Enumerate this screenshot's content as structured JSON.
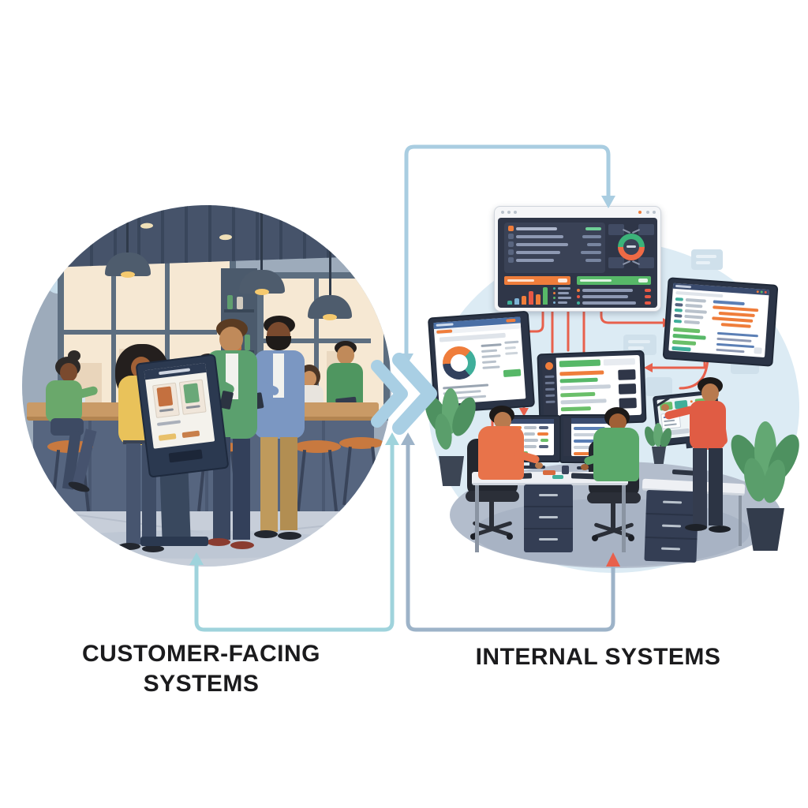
{
  "labels": {
    "left": "CUSTOMER-FACING SYSTEMS",
    "right": "INTERNAL SYSTEMS"
  },
  "palette": {
    "bg": "#ffffff",
    "label_text": "#1b1b1d",
    "blob_left": "#d6e8f2",
    "blob_right": "#dcebf4",
    "flow_blue": "#a9cde1",
    "flow_teal": "#9fd3dc",
    "flow_gray": "#9db3c8",
    "chevron": "#a9cfe4",
    "arrow_red": "#e8604c",
    "screen_navy": "#2f3648",
    "panel_navy": "#3a4256",
    "orange": "#ef7d3b",
    "green": "#57b868",
    "teal": "#3fae9a",
    "blue_bar": "#5b7fb5",
    "light_bar": "#9aa5bd",
    "wood": "#c99a66",
    "counter_base": "#56657f",
    "wall": "#9dabbb",
    "window_warm": "#f6e8d3",
    "ceiling": "#46536a",
    "floor": "#c7ced9",
    "kiosk_body": "#2b3950",
    "desk_navy": "#343e54",
    "chair_black": "#23272f",
    "deco_blue": "#cfe0eb"
  },
  "main_dashboard": {
    "hub_donut": {
      "segments": [
        {
          "color": "#3cb37a",
          "pct": 50
        },
        {
          "color": "#ef6a45",
          "pct": 50
        }
      ]
    },
    "bar_chart": {
      "values": [
        24,
        36,
        52,
        78,
        60,
        100
      ],
      "colors": [
        "#3fae9a",
        "#7fb3d5",
        "#ef7d3b",
        "#e85845",
        "#ef7d3b",
        "#57b868"
      ]
    }
  },
  "wall_monitor_left": {
    "donut": {
      "segments": [
        {
          "color": "#ef7d3b",
          "pct": 38
        },
        {
          "color": "#3fae9a",
          "pct": 27
        },
        {
          "color": "#32415e",
          "pct": 35
        }
      ]
    }
  }
}
